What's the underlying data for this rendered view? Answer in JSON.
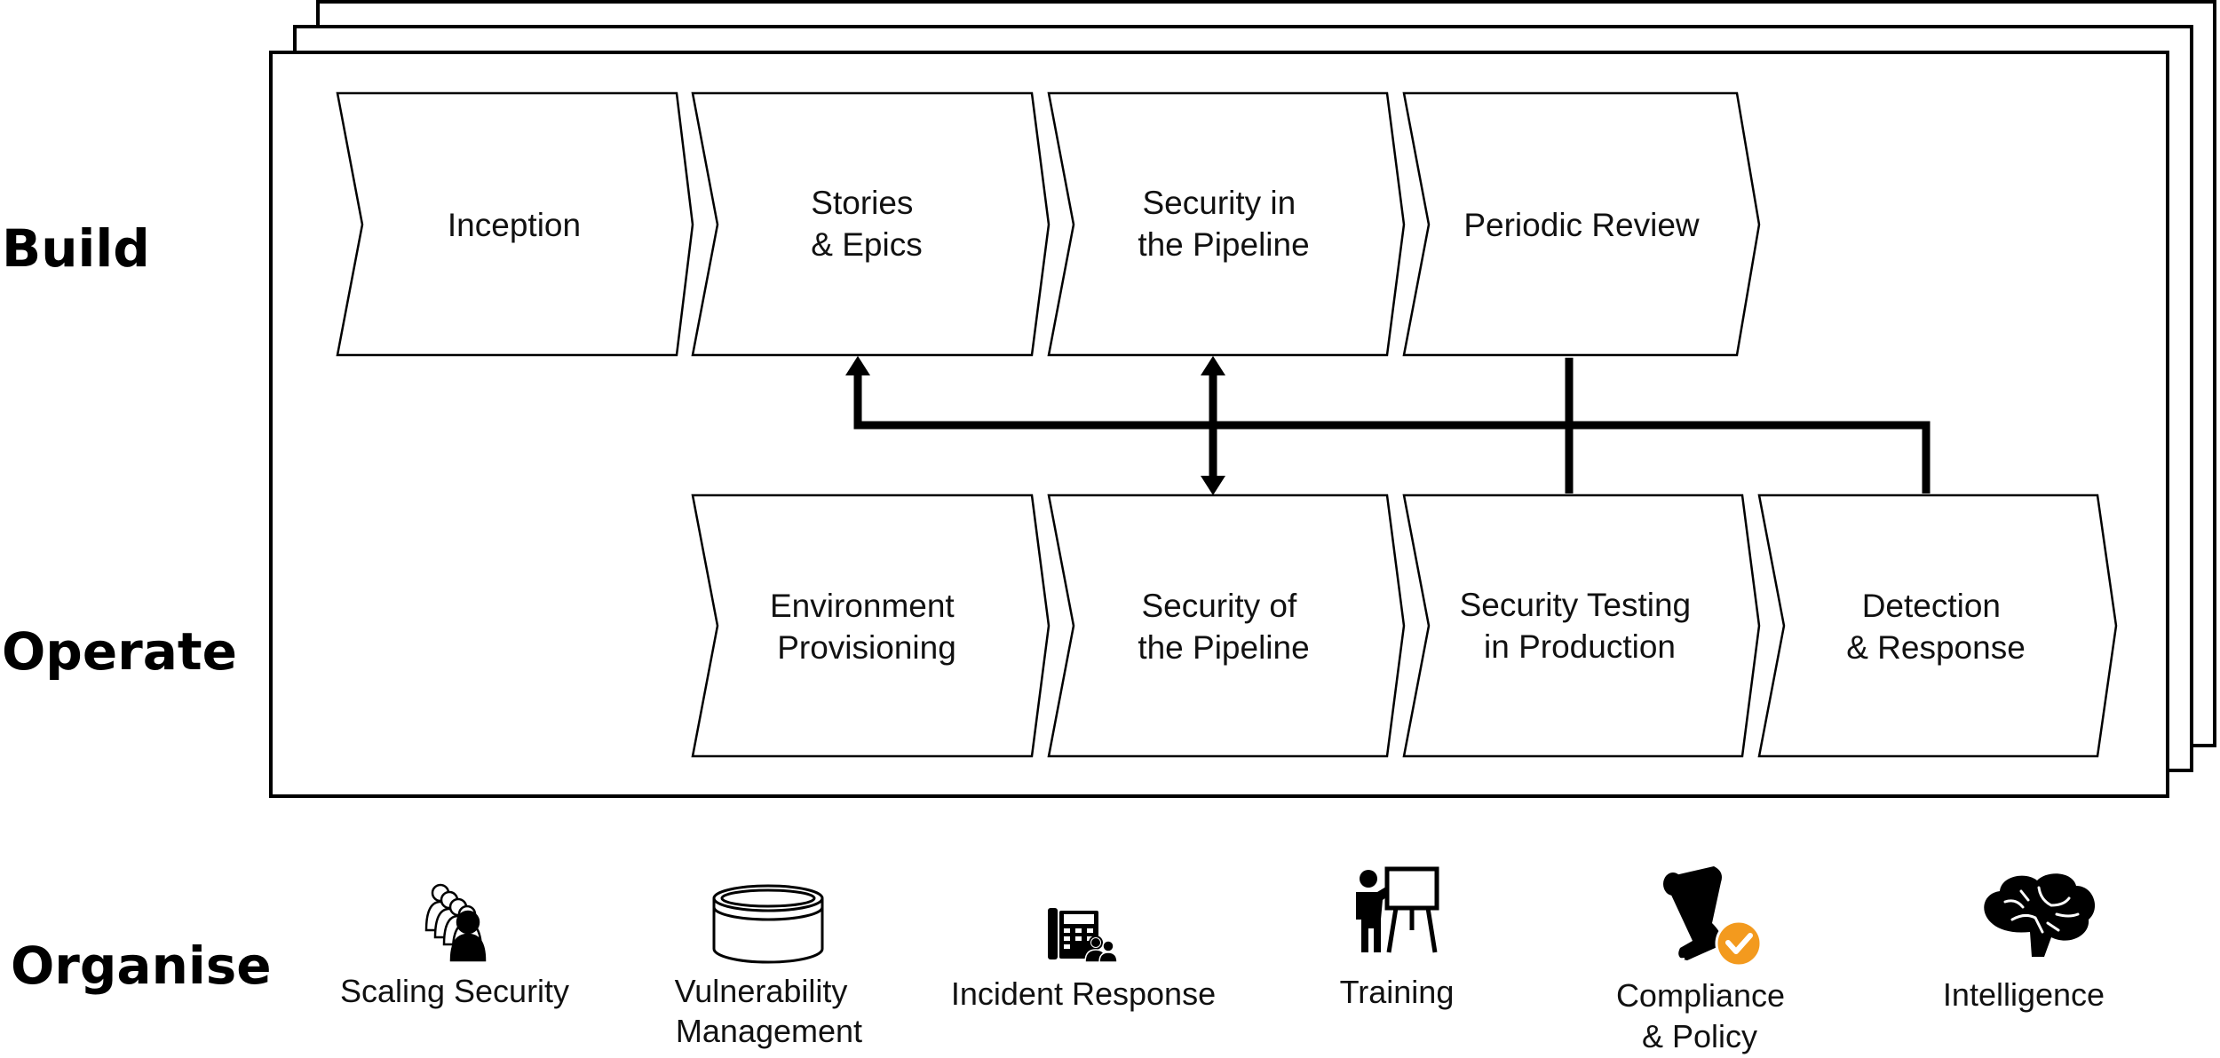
{
  "rows": {
    "build": "Build",
    "operate": "Operate",
    "organise": "Organise"
  },
  "build_steps": [
    {
      "lines": [
        "Inception"
      ]
    },
    {
      "lines": [
        "Stories",
        "& Epics"
      ]
    },
    {
      "lines": [
        "Security in",
        "the Pipeline"
      ]
    },
    {
      "lines": [
        "Periodic Review"
      ]
    }
  ],
  "operate_steps": [
    {
      "lines": [
        "Environment",
        "Provisioning"
      ]
    },
    {
      "lines": [
        "Security of",
        "the Pipeline"
      ]
    },
    {
      "lines": [
        "Security Testing",
        "in Production"
      ]
    },
    {
      "lines": [
        "Detection",
        "& Response"
      ]
    }
  ],
  "organise_items": [
    {
      "icon": "people-group-icon",
      "lines": [
        "Scaling Security"
      ]
    },
    {
      "icon": "database-cylinder-icon",
      "lines": [
        "Vulnerability",
        "Management"
      ]
    },
    {
      "icon": "phone-with-people-icon",
      "lines": [
        "Incident Response"
      ]
    },
    {
      "icon": "presenter-board-icon",
      "lines": [
        "Training"
      ]
    },
    {
      "icon": "scroll-check-icon",
      "lines": [
        "Compliance",
        "& Policy"
      ]
    },
    {
      "icon": "brain-icon",
      "lines": [
        "Intelligence"
      ]
    }
  ],
  "colors": {
    "stroke": "#000000",
    "check_badge": "#F39A1E"
  }
}
